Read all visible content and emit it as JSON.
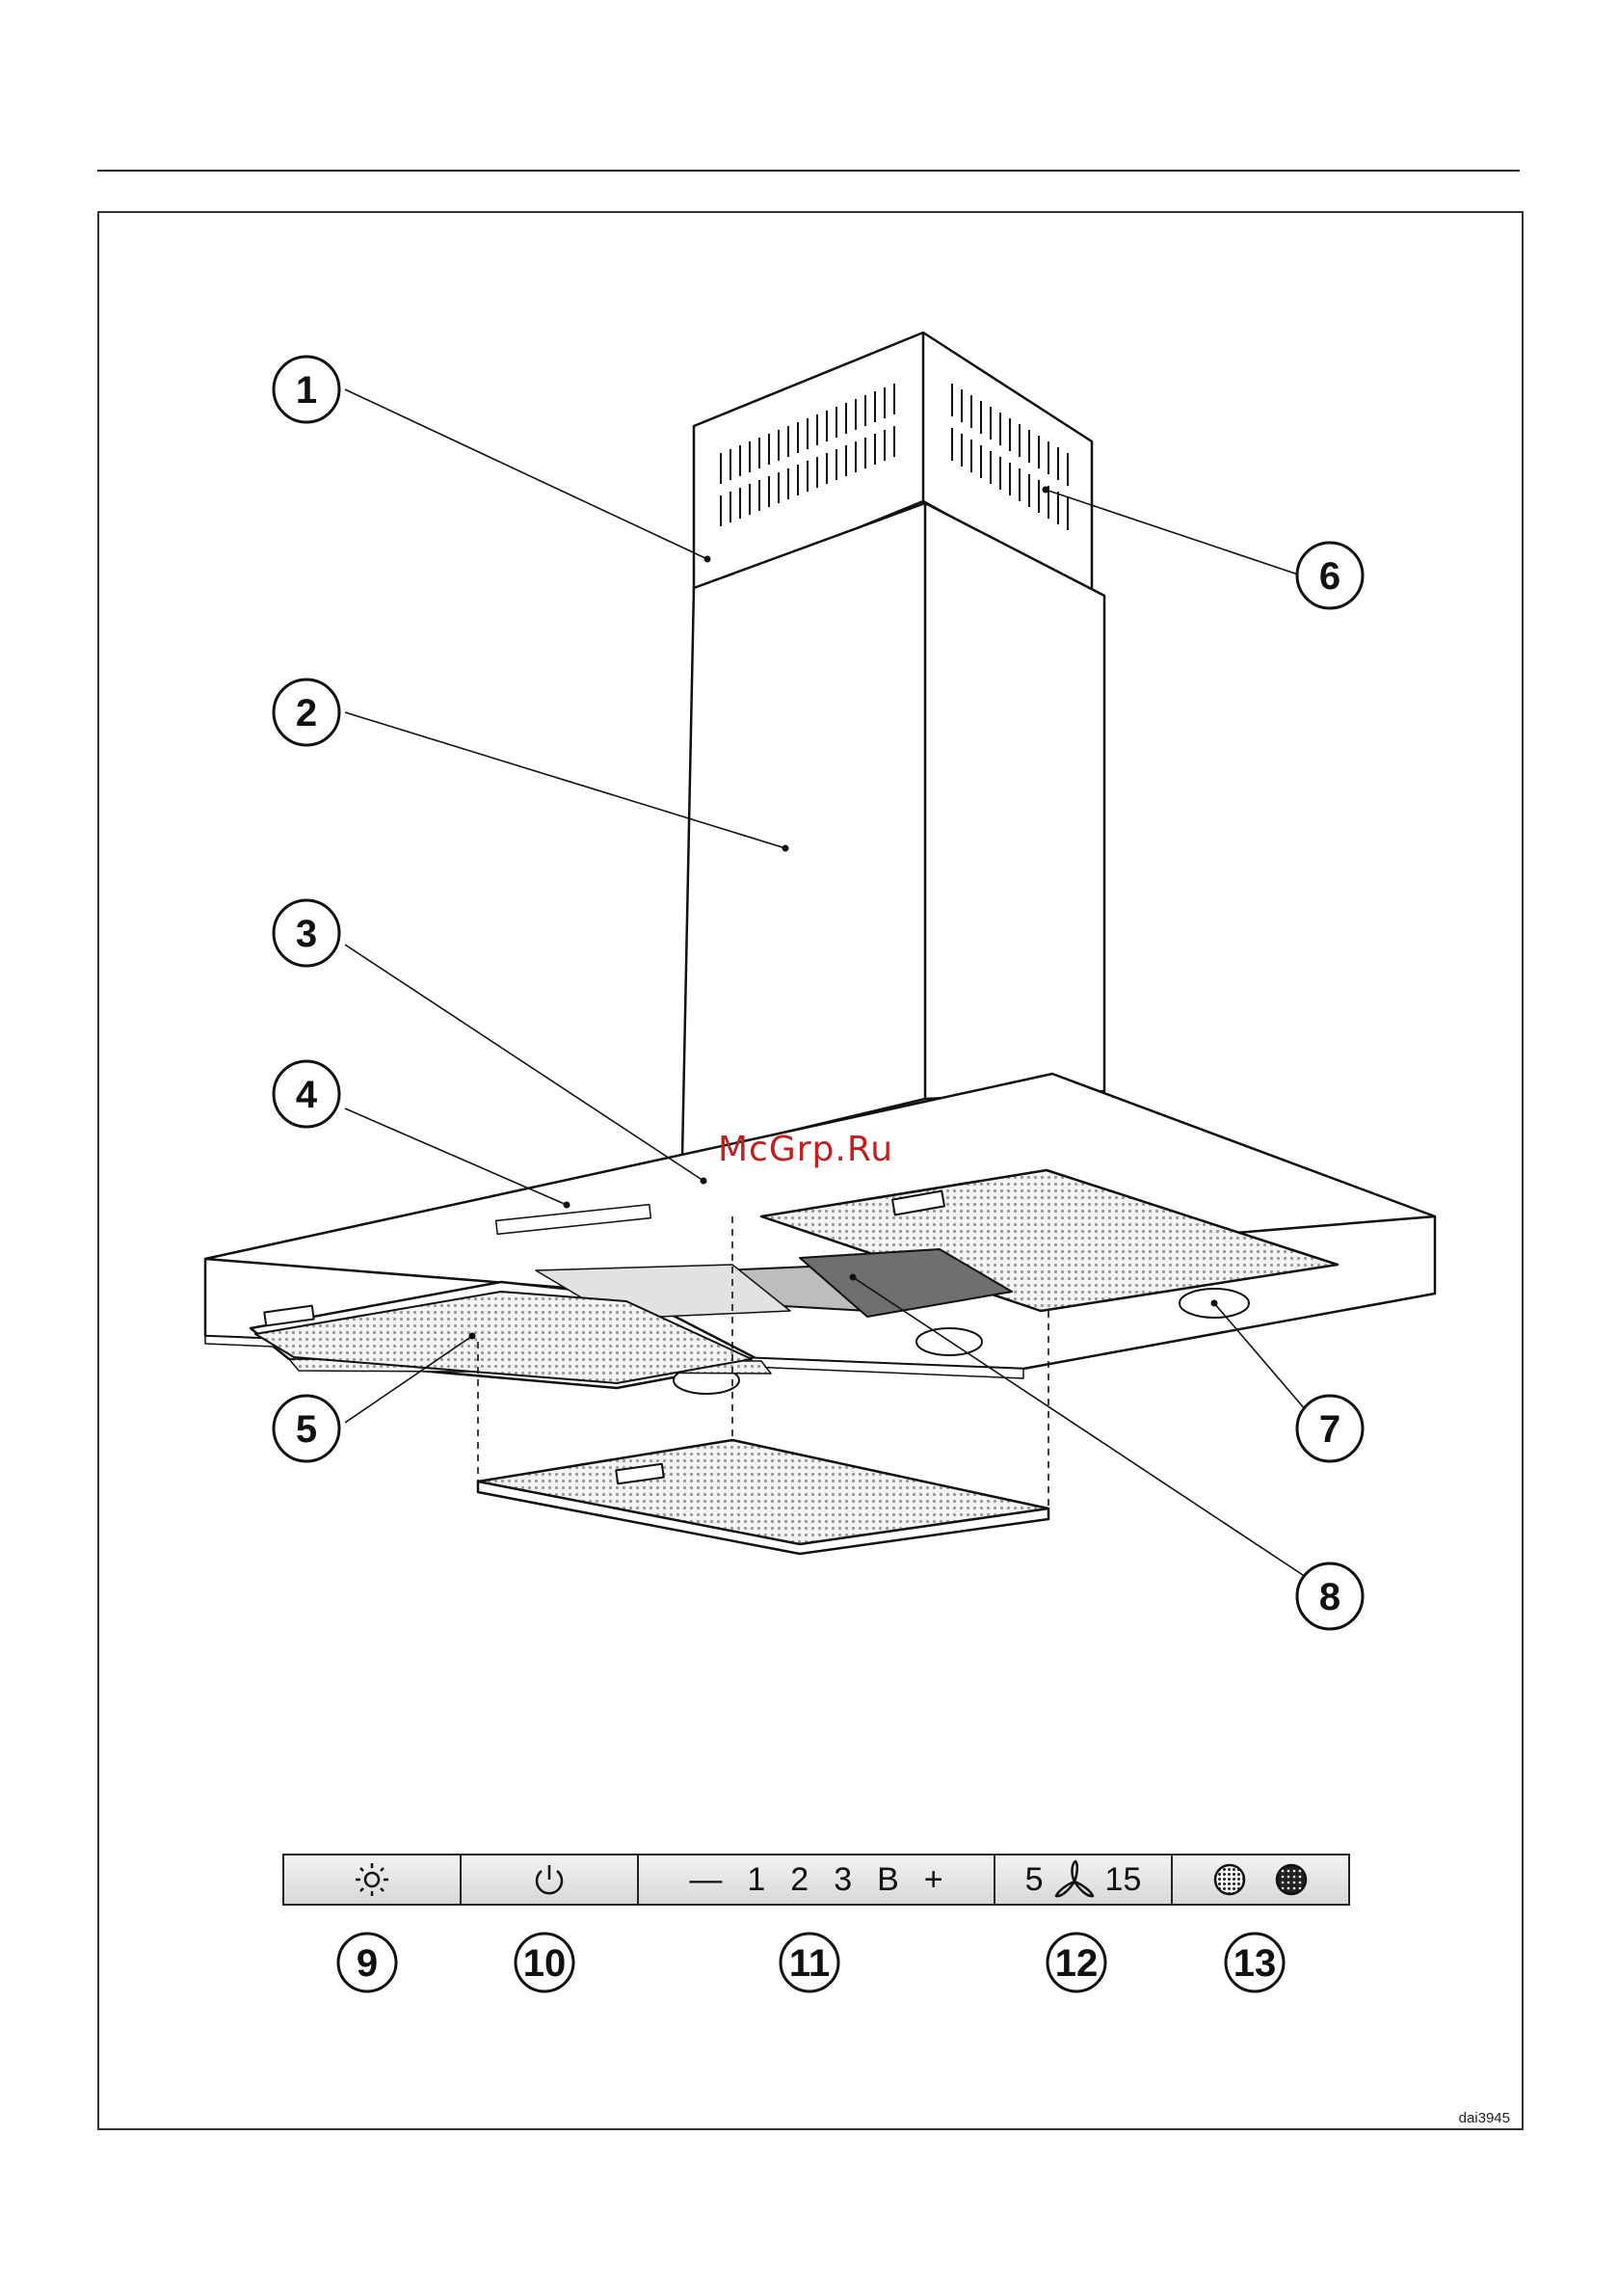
{
  "callouts": {
    "c1": "1",
    "c2": "2",
    "c3": "3",
    "c4": "4",
    "c5": "5",
    "c6": "6",
    "c7": "7",
    "c8": "8",
    "c9": "9",
    "c10": "10",
    "c11": "11",
    "c12": "12",
    "c13": "13"
  },
  "watermark": "McGrp.Ru",
  "drawing_code": "dai3945",
  "control_panel": {
    "minus": "—",
    "level_1": "1",
    "level_2": "2",
    "level_3": "3",
    "boost": "B",
    "plus": "+",
    "runon_5": "5",
    "runon_15": "15"
  },
  "icons": {
    "light": "light-icon",
    "power": "power-icon",
    "fan": "fan-icon",
    "grease_filter": "grease-filter-icon",
    "charcoal_filter": "charcoal-filter-icon"
  }
}
